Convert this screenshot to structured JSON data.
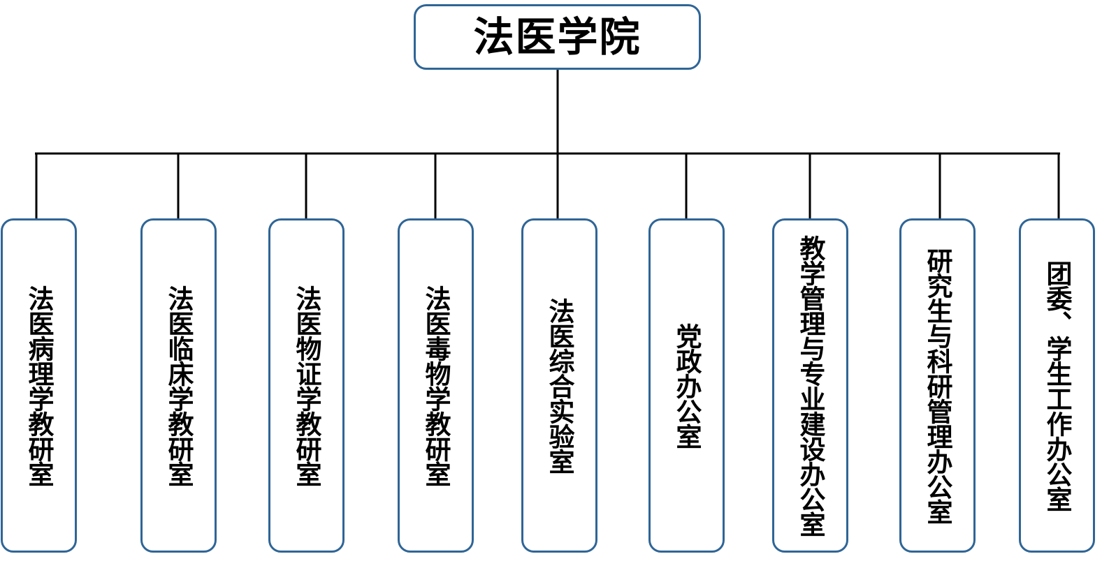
{
  "root": {
    "name": "法医学院"
  },
  "departments": [
    {
      "name": "法医病理学教研室"
    },
    {
      "name": "法医临床学教研室"
    },
    {
      "name": "法医物证学教研室"
    },
    {
      "name": "法医毒物学教研室"
    },
    {
      "name": "法医综合实验室"
    },
    {
      "name": "党政办公室"
    },
    {
      "name": "教学管理与专业建设办公室"
    },
    {
      "name": "研究生与科研管理办公室"
    },
    {
      "name": "团委、学生工作办公室"
    }
  ],
  "colors": {
    "box_border": "#2f6596",
    "line": "#000000",
    "text": "#000000"
  }
}
